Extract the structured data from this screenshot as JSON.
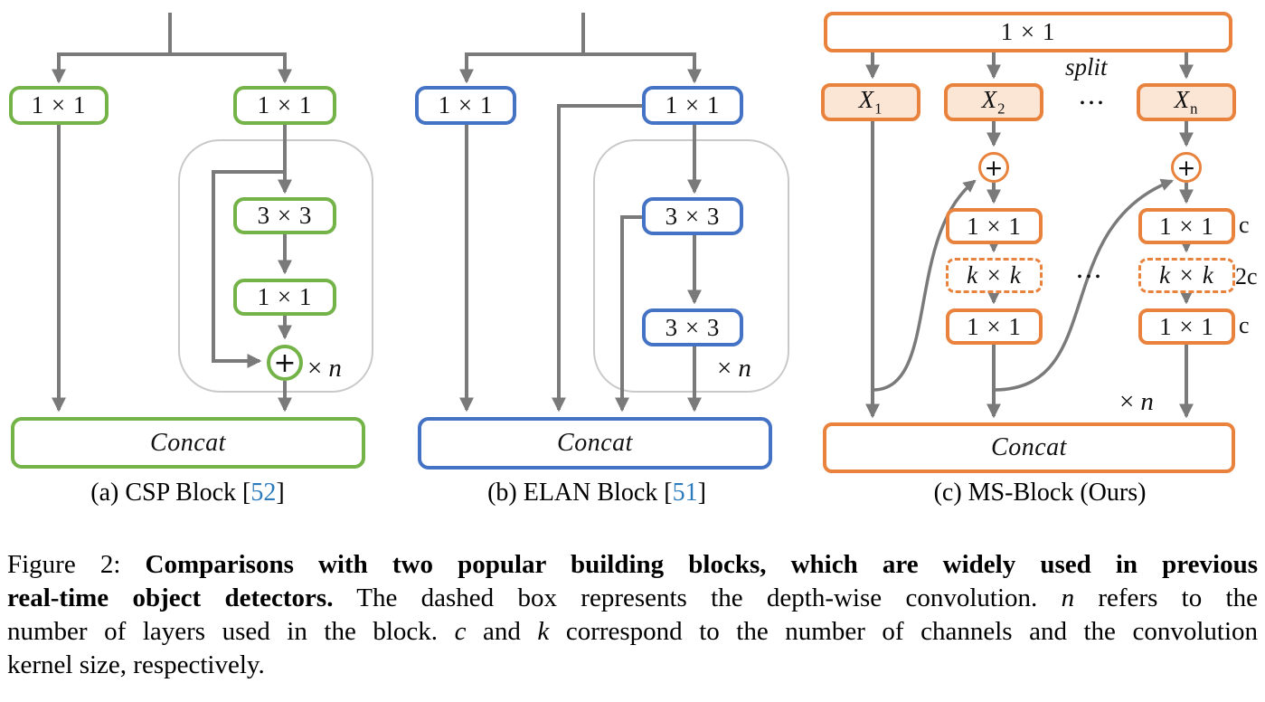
{
  "colors": {
    "csp_green": "#74B348",
    "elan_blue": "#4472C4",
    "ms_orange": "#E8823C",
    "ms_box_fill": "#FBE5D4",
    "wire_gray": "#7A7A7A",
    "container_gray": "#C9C9C9",
    "citation_blue": "#2B7BBD"
  },
  "diagram_a": {
    "left_conv": "1 × 1",
    "right_conv": "1 × 1",
    "conv_3x3": "3 × 3",
    "conv_1x1": "1 × 1",
    "add": "+",
    "repeat": {
      "times": "×",
      "var": "n"
    },
    "concat": "Concat",
    "caption_prefix": "(a) CSP Block [",
    "caption_cite": "52",
    "caption_suffix": "]"
  },
  "diagram_b": {
    "left_conv": "1 × 1",
    "right_conv": "1 × 1",
    "conv_3x3_first": "3 × 3",
    "conv_3x3_second": "3 × 3",
    "repeat": {
      "times": "×",
      "var": "n"
    },
    "concat": "Concat",
    "caption_prefix": "(b) ELAN Block [",
    "caption_cite": "51",
    "caption_suffix": "]"
  },
  "diagram_c": {
    "input_conv": "1 × 1",
    "split_label": "split",
    "x1": {
      "base": "X",
      "sub": "1"
    },
    "x2": {
      "base": "X",
      "sub": "2"
    },
    "xn": {
      "base": "X",
      "sub": "n"
    },
    "dots_top": "...",
    "dots_mid": "...",
    "add": "+",
    "branch": {
      "conv_in": "1 × 1",
      "dw_conv": "k × k",
      "conv_out": "1 × 1"
    },
    "channels": {
      "in": "c",
      "mid": "2c",
      "out": "c"
    },
    "repeat": {
      "times": "×",
      "var": "n"
    },
    "concat": "Concat",
    "caption": "(c) MS-Block (Ours)"
  },
  "figure_caption": {
    "lines": [
      [
        {
          "text": "Figure 2:  ",
          "style": "plain"
        },
        {
          "text": "Comparisons with two popular building blocks, which are widely used in previous",
          "style": "bold"
        }
      ],
      [
        {
          "text": "real-time object detectors.",
          "style": "bold"
        },
        {
          "text": " The dashed box represents the depth-wise convolution. ",
          "style": "plain"
        },
        {
          "text": "n",
          "style": "italic"
        },
        {
          "text": " refers to the",
          "style": "plain"
        }
      ],
      [
        {
          "text": "number of layers used in the block. ",
          "style": "plain"
        },
        {
          "text": "c",
          "style": "italic"
        },
        {
          "text": " and ",
          "style": "plain"
        },
        {
          "text": "k",
          "style": "italic"
        },
        {
          "text": " correspond to the number of channels and the convolution",
          "style": "plain"
        }
      ],
      [
        {
          "text": "kernel size, respectively.",
          "style": "plain"
        }
      ]
    ]
  }
}
